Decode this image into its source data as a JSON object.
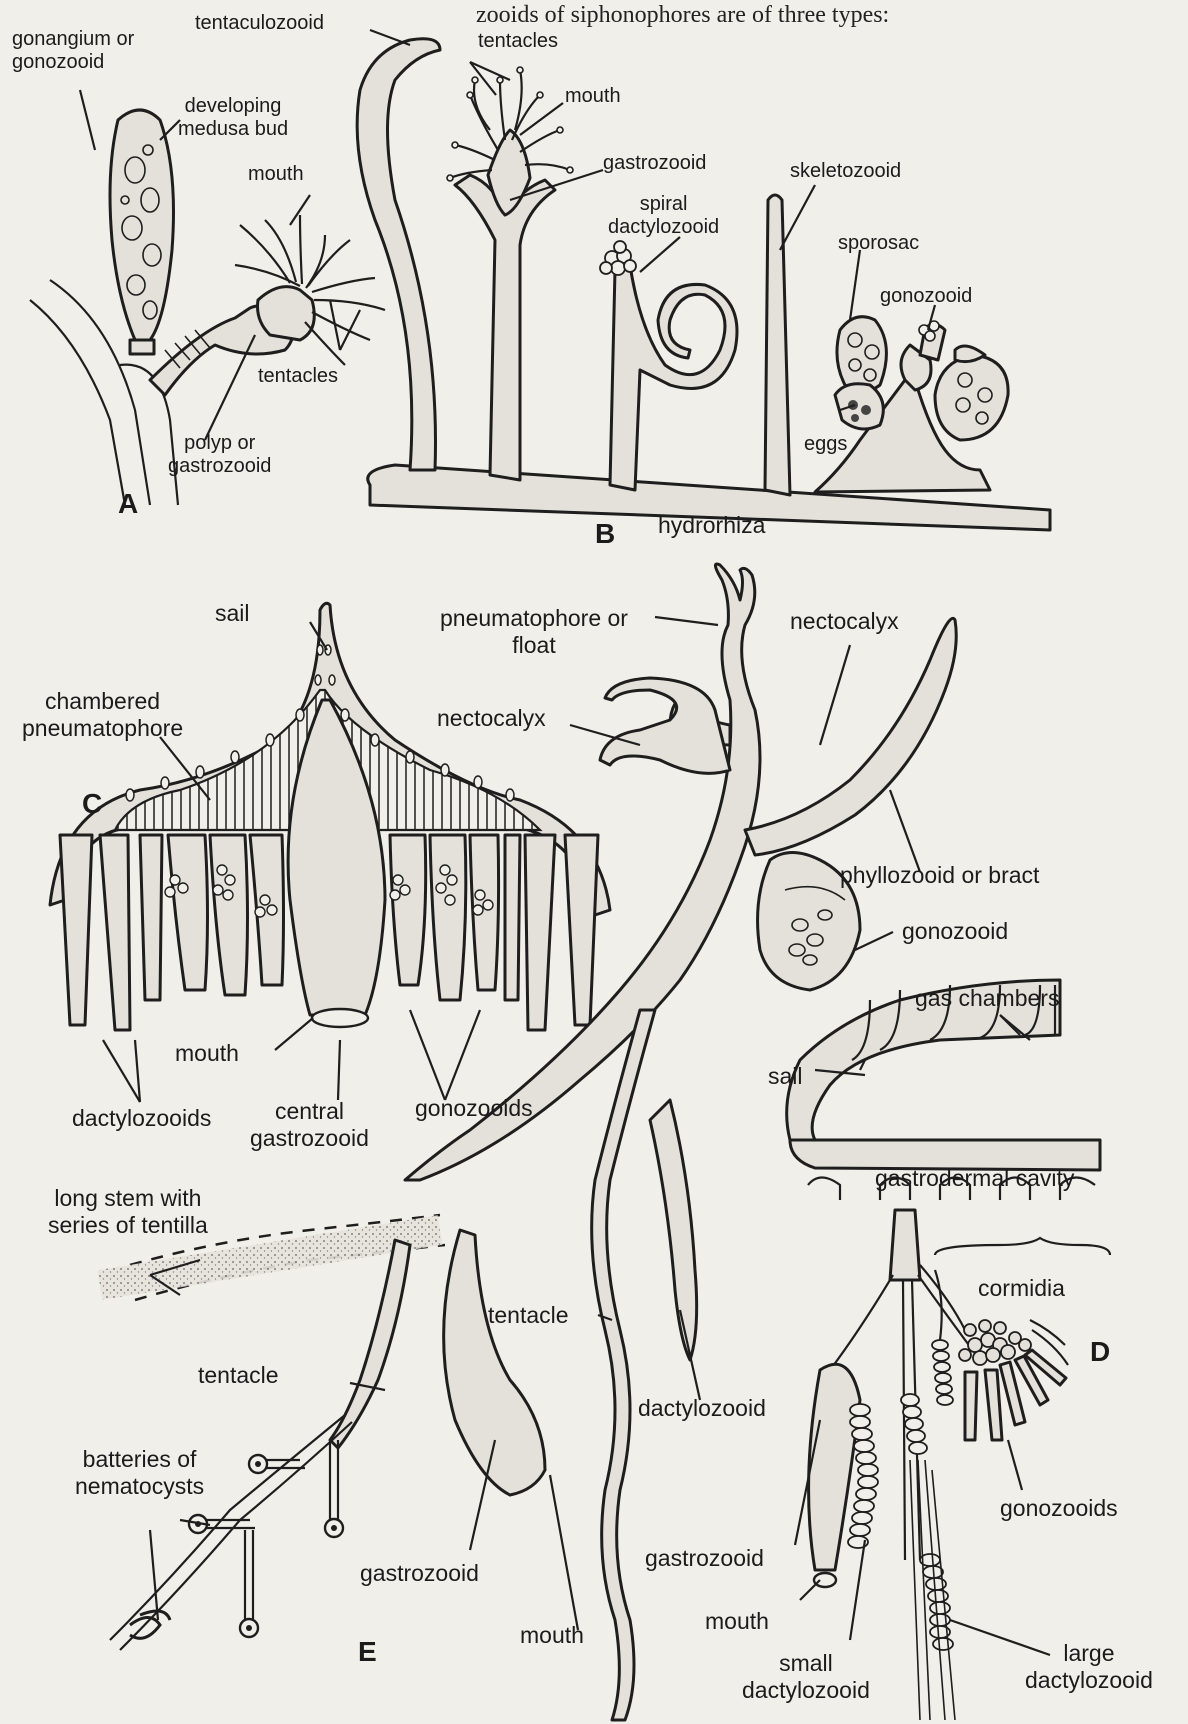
{
  "header_text": "zooids of siphonophores are of three types:",
  "panels": {
    "A": {
      "letter": "A",
      "labels": {
        "gonangium": "gonangium or\ngonozooid",
        "medusa_bud": "developing\nmedusa bud",
        "mouth": "mouth",
        "tentacles": "tentacles",
        "polyp": "polyp or\ngastrozooid"
      }
    },
    "B": {
      "letter": "B",
      "labels": {
        "tentaculozooid": "tentaculozooid",
        "tentacles": "tentacles",
        "mouth": "mouth",
        "gastrozooid": "gastrozooid",
        "skeletozooid": "skeletozooid",
        "spiral_dactylozooid": "spiral\ndactylozooid",
        "sporosac": "sporosac",
        "gonozooid": "gonozooid",
        "eggs": "eggs",
        "hydrorhiza": "hydrorhiza"
      }
    },
    "C": {
      "letter": "C",
      "labels": {
        "sail": "sail",
        "pneumatophore": "chambered\npneumatophore",
        "mouth": "mouth",
        "dactylozooids": "dactylozooids",
        "central_gastrozooid": "central\ngastrozooid",
        "gonozooids": "gonozooids"
      }
    },
    "D": {
      "letter": "D",
      "labels": {
        "gas_chambers": "gas chambers",
        "sail": "sail",
        "gastrodermal_cavity": "gastrodermal cavity",
        "cormidia": "cormidia",
        "gonozooids": "gonozooids",
        "gastrozooid": "gastrozooid",
        "mouth": "mouth",
        "small_dactylozooid": "small\ndactylozooid",
        "large_dactylozooid": "large\ndactylozooid"
      }
    },
    "E": {
      "letter": "E",
      "labels": {
        "pneumatophore": "pneumatophore or\nfloat",
        "nectocalyx_right": "nectocalyx",
        "nectocalyx_left": "nectocalyx",
        "phyllozooid": "phyllozooid or bract",
        "gonozooid": "gonozooid",
        "long_stem": "long stem with\nseries of tentilla",
        "tentacle_left": "tentacle",
        "tentacle_mid": "tentacle",
        "batteries": "batteries of\nnematocysts",
        "gastrozooid": "gastrozooid",
        "mouth": "mouth",
        "dactylozooid": "dactylozooid"
      }
    }
  }
}
